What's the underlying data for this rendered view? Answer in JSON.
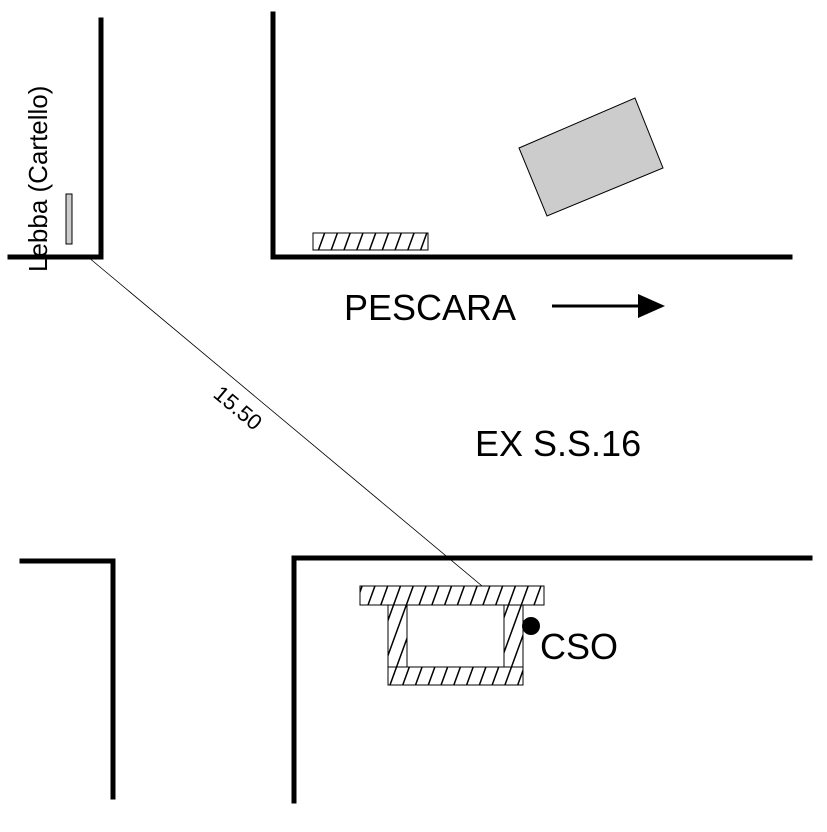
{
  "labels": {
    "direction": "PESCARA",
    "road_name": "EX S.S.16",
    "sign_label": "Lebba (Cartello)",
    "distance": "15.50",
    "point_label": "CSO"
  },
  "colors": {
    "ink": "#000000",
    "building_fill": "#cccccc",
    "background": "#ffffff"
  }
}
